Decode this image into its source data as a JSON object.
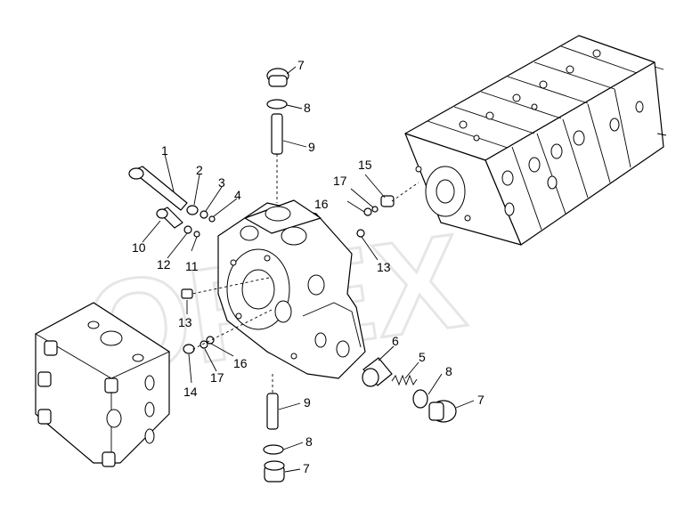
{
  "watermark": "OREX",
  "callouts": [
    {
      "label": "1"
    },
    {
      "label": "2"
    },
    {
      "label": "3"
    },
    {
      "label": "4"
    },
    {
      "label": "5"
    },
    {
      "label": "6"
    },
    {
      "label": "7"
    },
    {
      "label": "7"
    },
    {
      "label": "7"
    },
    {
      "label": "8"
    },
    {
      "label": "8"
    },
    {
      "label": "8"
    },
    {
      "label": "9"
    },
    {
      "label": "9"
    },
    {
      "label": "10"
    },
    {
      "label": "11"
    },
    {
      "label": "12"
    },
    {
      "label": "13"
    },
    {
      "label": "13"
    },
    {
      "label": "14"
    },
    {
      "label": "15"
    },
    {
      "label": "16"
    },
    {
      "label": "16"
    },
    {
      "label": "17"
    },
    {
      "label": "17"
    }
  ]
}
